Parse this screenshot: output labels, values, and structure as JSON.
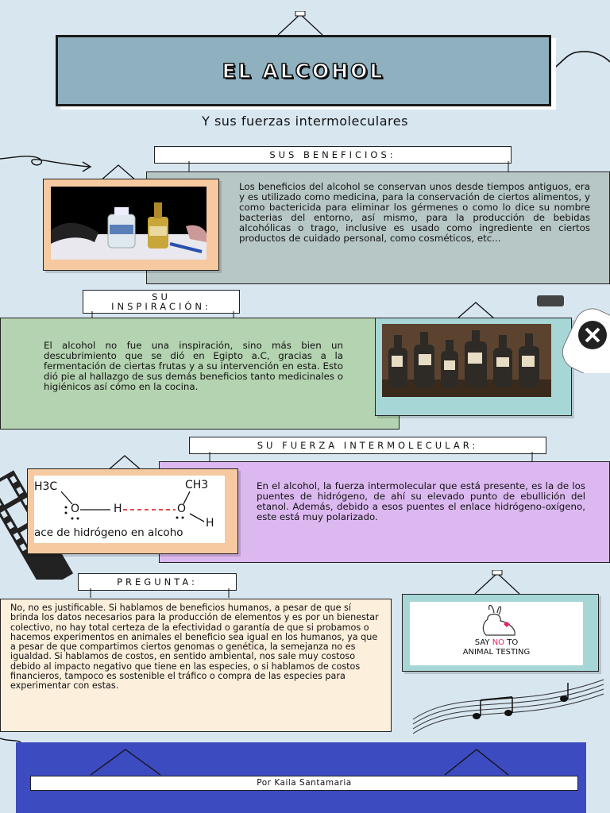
{
  "title": "EL ALCOHOL",
  "subtitle": "Y sus fuerzas intermoleculares",
  "sections": {
    "beneficios": {
      "label": "SUS BENEFICIOS:",
      "text": "Los beneficios del alcohol se conservan unos desde tiempos antiguos, era y es utilizado como medicina, para la conservación de ciertos alimentos, y como bactericida para eliminar los gérmenes o como lo dice su nombre bacterias del entorno, así mismo, para la producción de bebidas alcohólicas o trago, inclusive es usado como ingrediente en ciertos productos de cuidado personal, como cosméticos, etc...",
      "color": "#b7c7c6"
    },
    "inspiracion": {
      "label_line1": "SU",
      "label_line2": "INSPIRACIÓN:",
      "text": "El alcohol no fue una inspiración, sino más bien un descubrimiento que se dió en Egipto a.C, gracias a la fermentación de ciertas frutas y a su intervención en esta. Esto dió pie al hallazgo de sus demás beneficios tanto medicinales o higiénicos así cómo en la cocina.",
      "color": "#b4d3b0"
    },
    "fuerza": {
      "label": "SU FUERZA INTERMOLECULAR:",
      "text": "En el alcohol, la fuerza intermolecular que está presente, es la de los puentes de hidrógeno, de ahí su elevado punto de ebullición del etanol. Además, debido a esos puentes el enlace hidrógeno-oxígeno, este está muy polarizado.",
      "color": "#dcb8f0",
      "diagram": {
        "left_group": "H3C",
        "right_group": "CH3",
        "o_left": "O",
        "h_mid": "H",
        "o_right": "O",
        "h_right": "H",
        "caption": "ace de hidrógeno en alcoho"
      }
    },
    "pregunta": {
      "label": "PREGUNTA:",
      "text": "No, no es justificable. Si hablamos de beneficios humanos, a pesar de que sí brinda los datos necesarios para la producción de elementos y es por un bienestar colectivo, no hay total certeza de la efectividad o garantía de que si probamos o hacemos experimentos en animales el beneficio sea igual en los humanos, ya que a pesar de que compartimos ciertos genomas o genética, la semejanza no es igualdad. Si hablamos de costos, en sentido ambiental, nos sale muy costoso debido al impacto negativo que tiene en las especies, o si hablamos de costos financieros, tampoco es sostenible el tráfico o compra de las especies para experimentar con estas.",
      "color": "#fcefdc",
      "image_text": {
        "say": "SAY",
        "no": "NO",
        "to": "TO",
        "line2": "ANIMAL TESTING"
      }
    }
  },
  "footer": {
    "author": "Por Kaila Santamaria",
    "color": "#3c4bbf"
  },
  "colors": {
    "background": "#d8e6f0",
    "title_box": "#8fb0bf"
  },
  "icons": [
    "arrow-icon",
    "bandage-icon",
    "film-strip-icon",
    "music-notes-icon"
  ]
}
